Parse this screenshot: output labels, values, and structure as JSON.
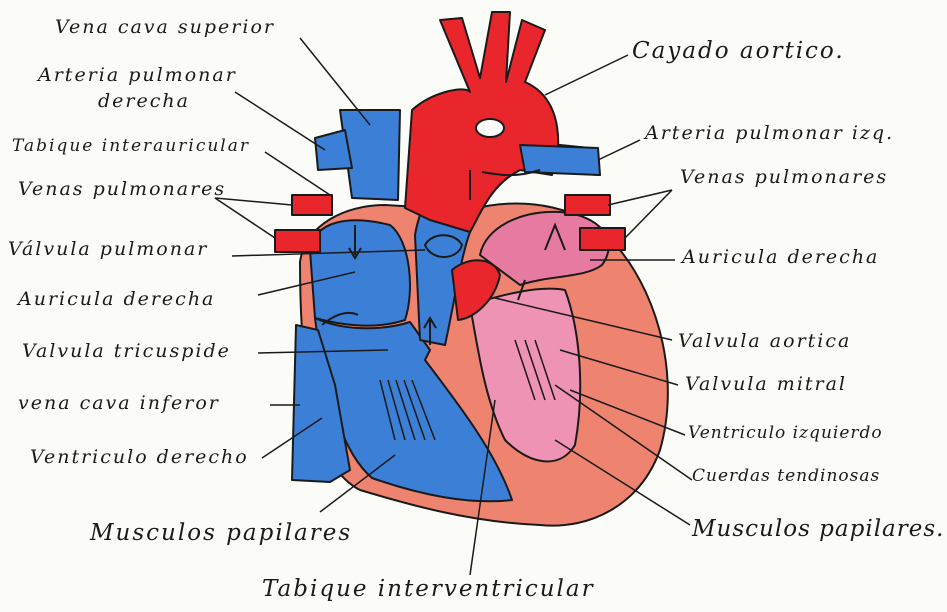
{
  "labels": {
    "vena_cava_superior": "Vena cava superior",
    "arteria_pulmonar_derecha_1": "Arteria pulmonar",
    "arteria_pulmonar_derecha_2": "derecha",
    "tabique_interauricular": "Tabique interauricular",
    "venas_pulmonares_left": "Venas pulmonares",
    "valvula_pulmonar": "Válvula pulmonar",
    "auricula_derecha_left": "Auricula derecha",
    "valvula_tricuspide": "Valvula tricuspide",
    "vena_cava_inferior": "vena cava inferor",
    "ventriculo_derecho": "Ventriculo derecho",
    "musculos_papilares_left": "Musculos papilares",
    "tabique_interventricular": "Tabique interventricular",
    "cayado_aortico": "Cayado aortico.",
    "arteria_pulmonar_izq": "Arteria pulmonar izq.",
    "venas_pulmonares_right": "Venas pulmonares",
    "auricula_derecha_right": "Auricula derecha",
    "valvula_aortica": "Valvula aortica",
    "valvula_mitral": "Valvula mitral",
    "ventriculo_izquierdo": "Ventriculo izquierdo",
    "cuerdas_tendinosas": "Cuerdas tendinosas",
    "musculos_papilares_right": "Musculos papilares."
  },
  "colors": {
    "oxygenated": "#e8262b",
    "deoxygenated": "#3b7fd6",
    "myocardium": "#ee8470",
    "left_atrium": "#e77aa0",
    "outline": "#1a1a1a"
  }
}
